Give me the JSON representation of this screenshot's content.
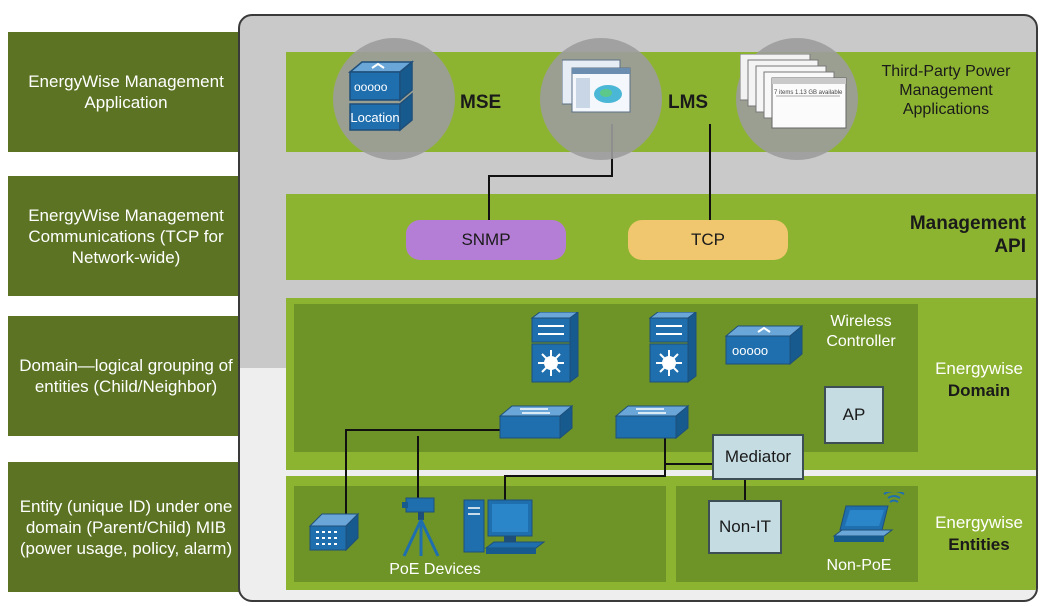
{
  "callouts": {
    "app": "EnergyWise Management Application",
    "comms": "EnergyWise Management Communications (TCP for Network-wide)",
    "domain": "Domain—logical grouping of entities (Child/Neighbor)",
    "entity": "Entity (unique ID) under one domain (Parent/Child) MIB (power usage, policy, alarm)"
  },
  "apps": {
    "mse": "MSE",
    "mse_location": "Location",
    "lms": "LMS",
    "third_party": "Third-Party Power Management Applications",
    "window_text": "7 items  1.13 GB available"
  },
  "api": {
    "snmp": "SNMP",
    "tcp": "TCP",
    "title_line1": "Management",
    "title_line2": "API"
  },
  "domain": {
    "wireless_line1": "Wireless",
    "wireless_line2": "Controller",
    "ap": "AP",
    "title_line1": "Energywise",
    "title_line2": "Domain"
  },
  "entities": {
    "mediator": "Mediator",
    "non_it": "Non-IT",
    "poe": "PoE Devices",
    "non_poe": "Non-PoE",
    "title_line1": "Energywise",
    "title_line2": "Entities"
  },
  "colors": {
    "callout": "#5b7323",
    "band": "#8db431",
    "inner": "#6e9428",
    "snmp": "#b57ed6",
    "tcp": "#f0c66e",
    "device": "#1f6fae"
  }
}
